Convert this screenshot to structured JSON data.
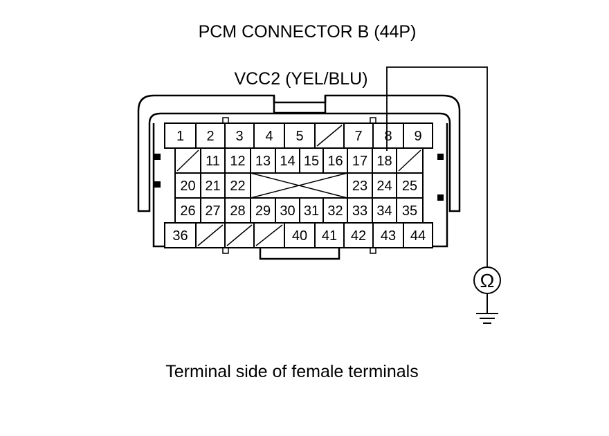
{
  "title": "PCM CONNECTOR B (44P)",
  "wire_label": "VCC2 (YEL/BLU)",
  "caption": "Terminal side of female terminals",
  "meter_symbol": "Ω",
  "meter_icon": "ohmmeter-icon",
  "ground_icon": "ground-icon",
  "probed_terminal": "8",
  "rows": [
    [
      "1",
      "2",
      "3",
      "4",
      "5",
      "",
      "7",
      "8",
      "9"
    ],
    [
      "",
      "11",
      "12",
      "13",
      "14",
      "15",
      "16",
      "17",
      "18",
      ""
    ],
    [
      "20",
      "21",
      "22",
      "",
      "23",
      "24",
      "25"
    ],
    [
      "26",
      "27",
      "28",
      "29",
      "30",
      "31",
      "32",
      "33",
      "34",
      "35"
    ],
    [
      "36",
      "",
      "",
      "",
      "40",
      "41",
      "42",
      "43",
      "44"
    ]
  ]
}
